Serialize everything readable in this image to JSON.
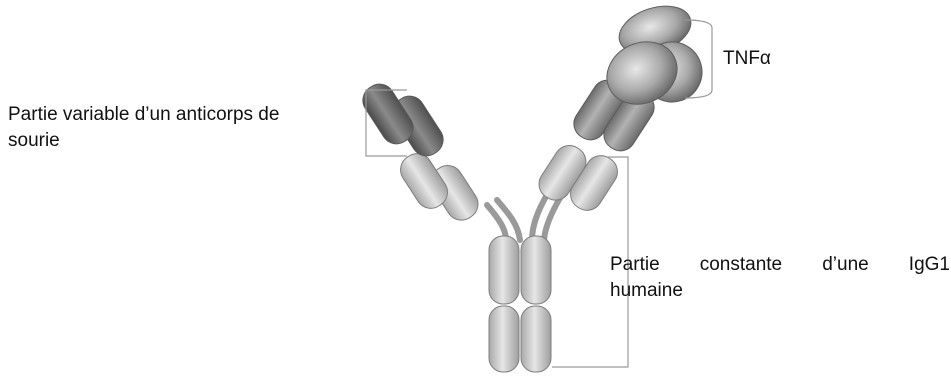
{
  "labels": {
    "variable_region": {
      "line1": "Partie variable d’un anticorps de",
      "line2": "sourie"
    },
    "antigen": "TNFα",
    "constant_region": {
      "line1": "Partie constante d’une IgG1",
      "line2": "humaine"
    }
  },
  "colors": {
    "background": "#ffffff",
    "text": "#111111",
    "bracket": "#999999",
    "dark_domain": "#6f6f6f",
    "light_domain": "#cfcfcf",
    "antigen": "#9a9a9a"
  }
}
